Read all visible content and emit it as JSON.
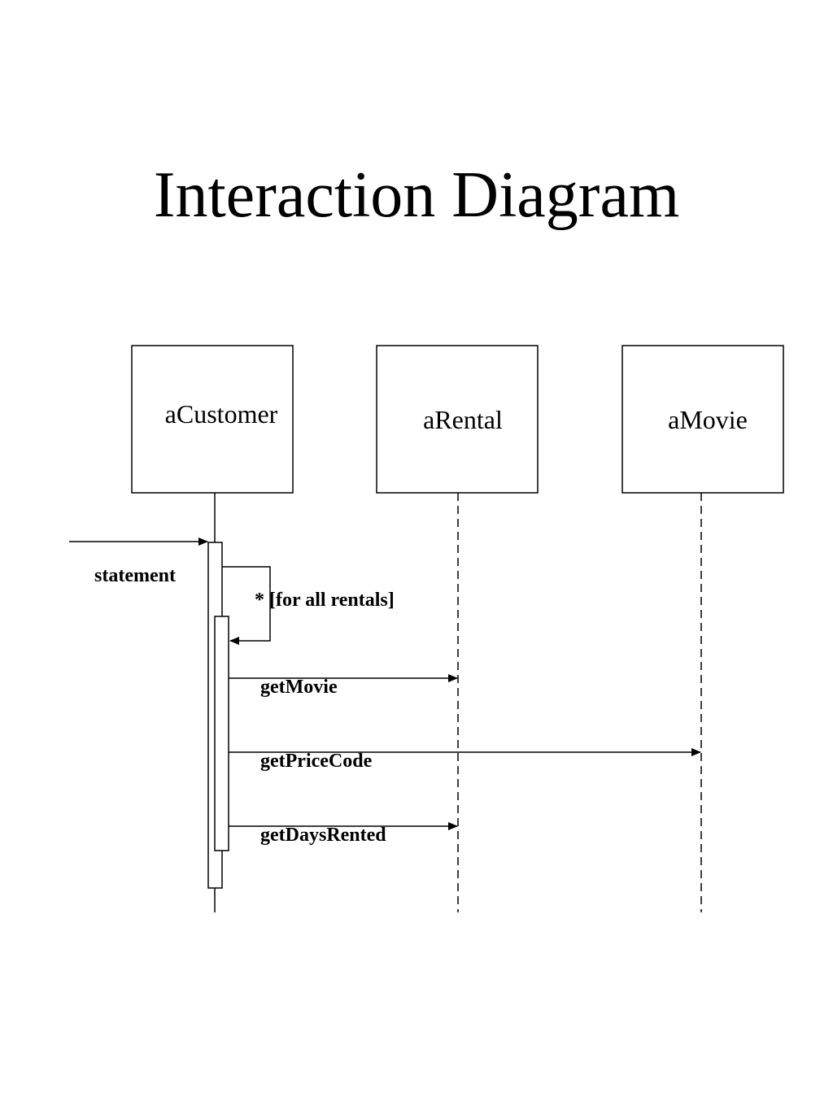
{
  "title": "Interaction Diagram",
  "objects": [
    {
      "id": "customer",
      "label": "aCustomer"
    },
    {
      "id": "rental",
      "label": "aRental"
    },
    {
      "id": "movie",
      "label": "aMovie"
    }
  ],
  "messages": {
    "statement": "statement",
    "loop_guard": "* [for all rentals]",
    "get_movie": "getMovie",
    "get_price_code": "getPriceCode",
    "get_days_rented": "getDaysRented"
  }
}
